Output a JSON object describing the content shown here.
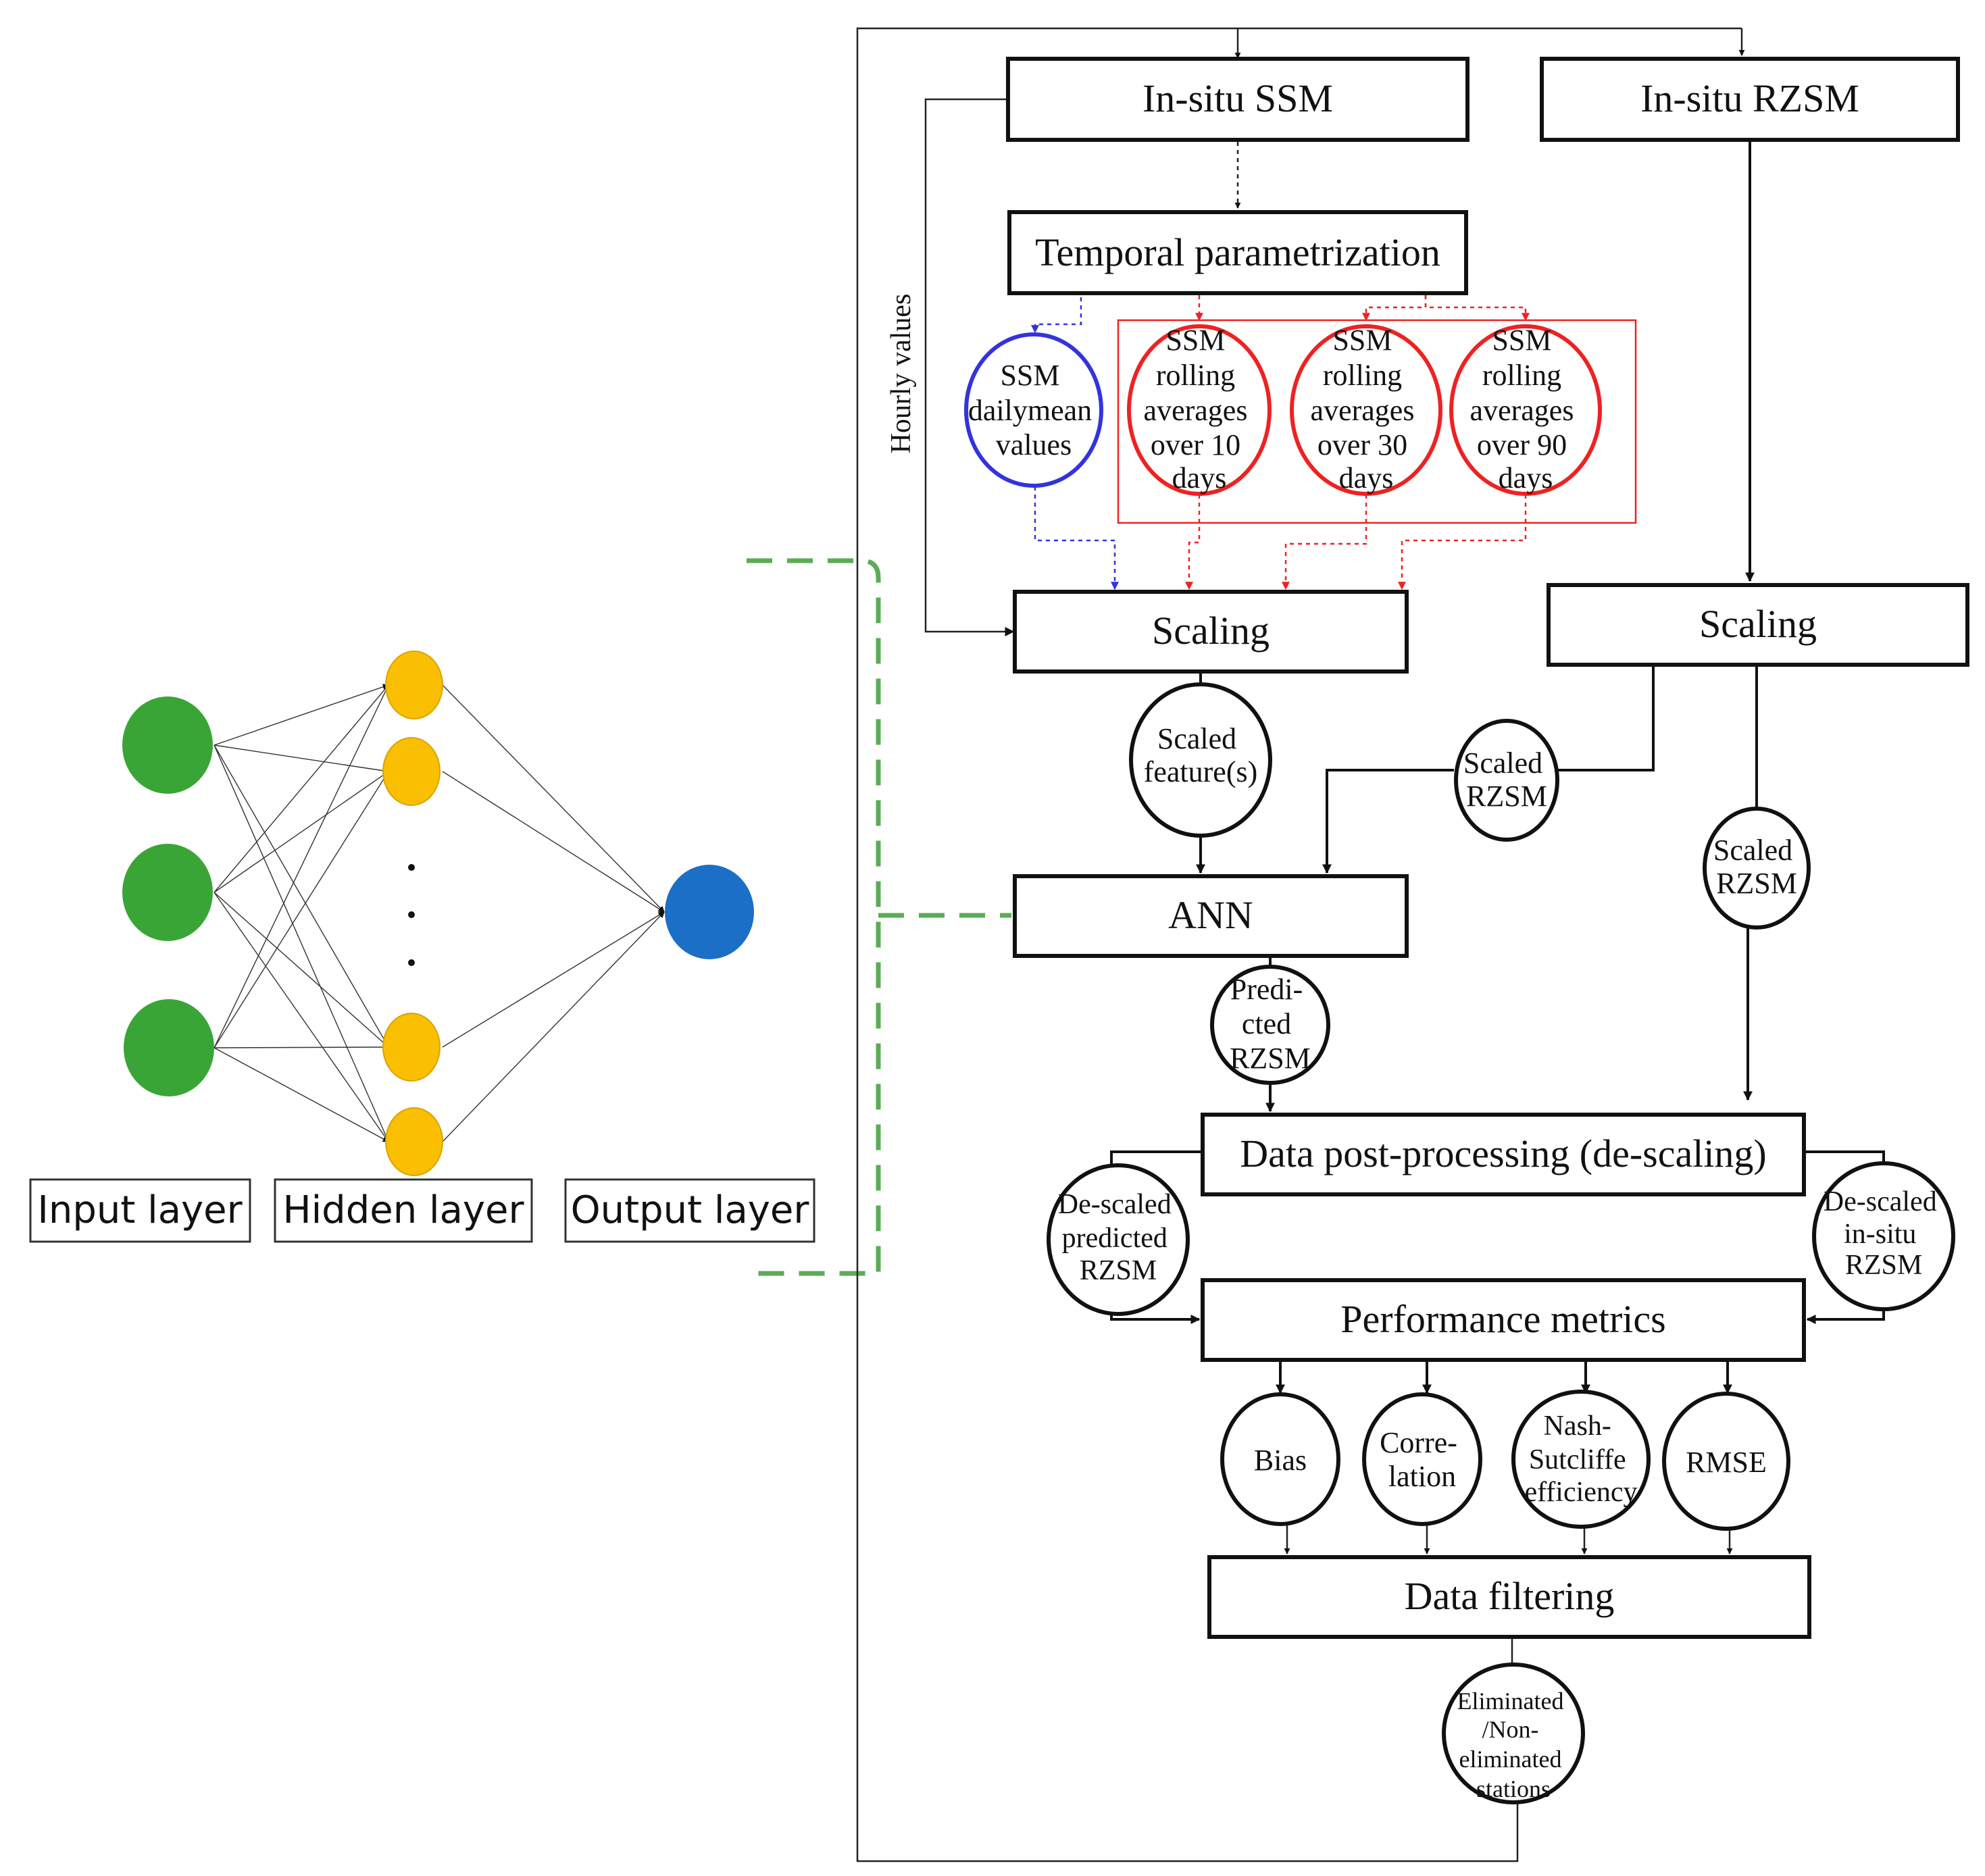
{
  "neural_network": {
    "input_label": "Input layer",
    "hidden_label": "Hidden layer",
    "output_label": "Output layer",
    "colors": {
      "input": "#3aa537",
      "hidden": "#f9bf00",
      "output": "#1b6fc6",
      "bracket": "#5aac55"
    }
  },
  "flowchart": {
    "insitu_ssm": "In-situ SSM",
    "insitu_rzsm": "In-situ RZSM",
    "temporal_parametrization": "Temporal parametrization",
    "hourly_values": "Hourly values",
    "dailymean": [
      "SSM",
      "dailymean",
      "values"
    ],
    "rolling_10": [
      "SSM",
      "rolling",
      "averages",
      "over 10",
      "days"
    ],
    "rolling_30": [
      "SSM",
      "rolling",
      "averages",
      "over 30",
      "days"
    ],
    "rolling_90": [
      "SSM",
      "rolling",
      "averages",
      "over 90",
      "days"
    ],
    "scaling_left": "Scaling",
    "scaling_right": "Scaling",
    "scaled_features": [
      "Scaled",
      "feature(s)"
    ],
    "scaled_rzsm_mid": [
      "Scaled",
      "RZSM"
    ],
    "scaled_rzsm_right": [
      "Scaled",
      "RZSM"
    ],
    "ann": "ANN",
    "predicted_rzsm": [
      "Predi-",
      "cted",
      "RZSM"
    ],
    "post_processing": "Data post-processing (de-scaling)",
    "descaled_predicted": [
      "De-scaled",
      "predicted",
      "RZSM"
    ],
    "descaled_insitu": [
      "De-scaled",
      "in-situ",
      "RZSM"
    ],
    "performance_metrics": "Performance metrics",
    "bias": [
      "Bias"
    ],
    "correlation": [
      "Corre-",
      "lation"
    ],
    "nse": [
      "Nash-",
      "Sutcliffe",
      "efficiency"
    ],
    "rmse": [
      "RMSE"
    ],
    "data_filtering": "Data filtering",
    "eliminated": [
      "Eliminated",
      "/Non-",
      "eliminated",
      "stations"
    ],
    "colors": {
      "blue": "#3333dd",
      "red": "#ee2222"
    }
  }
}
